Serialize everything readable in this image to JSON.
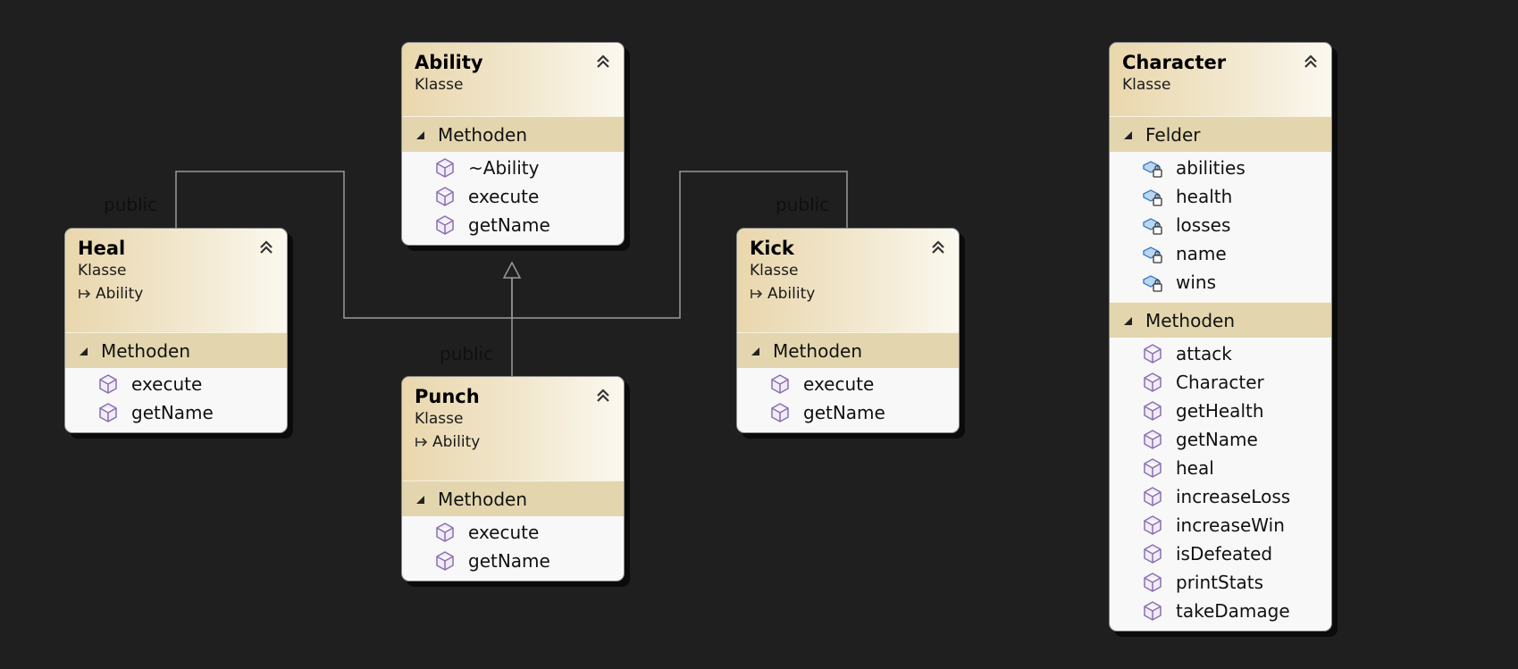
{
  "diagram": {
    "kind_label": "Klasse",
    "connector_label": "public",
    "classes": {
      "ability": {
        "name": "Ability",
        "kind": "Klasse",
        "methods_label": "Methoden",
        "methods": [
          "~Ability",
          "execute",
          "getName"
        ]
      },
      "heal": {
        "name": "Heal",
        "kind": "Klasse",
        "base": "Ability",
        "methods_label": "Methoden",
        "methods": [
          "execute",
          "getName"
        ]
      },
      "punch": {
        "name": "Punch",
        "kind": "Klasse",
        "base": "Ability",
        "methods_label": "Methoden",
        "methods": [
          "execute",
          "getName"
        ]
      },
      "kick": {
        "name": "Kick",
        "kind": "Klasse",
        "base": "Ability",
        "methods_label": "Methoden",
        "methods": [
          "execute",
          "getName"
        ]
      },
      "character": {
        "name": "Character",
        "kind": "Klasse",
        "fields_label": "Felder",
        "fields": [
          "abilities",
          "health",
          "losses",
          "name",
          "wins"
        ],
        "methods_label": "Methoden",
        "methods": [
          "attack",
          "Character",
          "getHealth",
          "getName",
          "heal",
          "increaseLoss",
          "increaseWin",
          "isDefeated",
          "printStats",
          "takeDamage"
        ]
      }
    },
    "connectors": {
      "heal_label": "public",
      "punch_label": "public",
      "kick_label": "public"
    },
    "colors": {
      "background": "#1f1f1f",
      "header_gradient_start": "#e9d7ad",
      "section_band": "#e3d6ae",
      "line": "#9a9a9a",
      "method_icon": "#8a6fb0",
      "field_icon": "#3a7ec8"
    },
    "icons": {
      "collapse": "double-chevron-up-icon",
      "section_toggle": "triangle-down-icon",
      "method": "method-cube-icon",
      "field": "private-field-icon",
      "inherit": "inheritance-arrow-icon"
    }
  }
}
